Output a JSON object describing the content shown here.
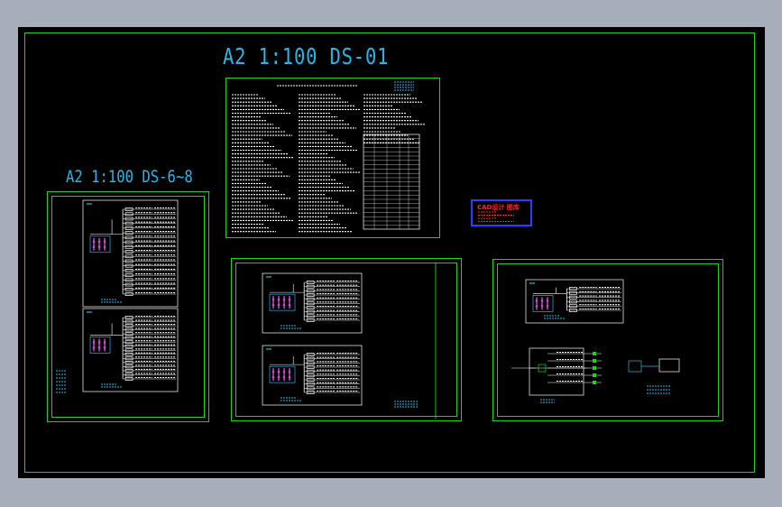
{
  "drawing": {
    "title_main": "A2 1:100 DS-01",
    "title_left": "A2 1:100 DS-6~8",
    "stamp_title": "CAD设计 图库"
  },
  "colors": {
    "background": "#a6aebb",
    "canvas": "#000000",
    "frame": "#1ed31e",
    "label": "#27b6e8",
    "wire": "#ffffff",
    "breaker": "#d64bd6",
    "stamp_border": "#2b3dff",
    "stamp_text": "#ff2424"
  }
}
